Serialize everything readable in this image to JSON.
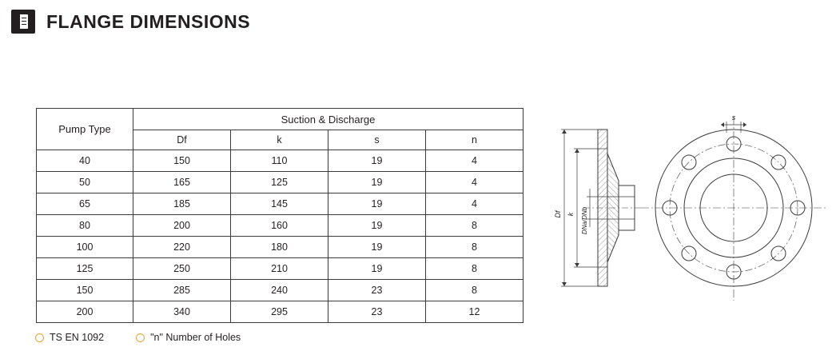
{
  "header": {
    "title": "FLANGE DIMENSIONS",
    "icon": "document-icon"
  },
  "table": {
    "group_headers": {
      "pump_type": "Pump Type",
      "suction_discharge": "Suction & Discharge"
    },
    "sub_headers": [
      "Df",
      "k",
      "s",
      "n"
    ],
    "rows": [
      {
        "pump_type": "40",
        "df": "150",
        "k": "110",
        "s": "19",
        "n": "4"
      },
      {
        "pump_type": "50",
        "df": "165",
        "k": "125",
        "s": "19",
        "n": "4"
      },
      {
        "pump_type": "65",
        "df": "185",
        "k": "145",
        "s": "19",
        "n": "4"
      },
      {
        "pump_type": "80",
        "df": "200",
        "k": "160",
        "s": "19",
        "n": "8"
      },
      {
        "pump_type": "100",
        "df": "220",
        "k": "180",
        "s": "19",
        "n": "8"
      },
      {
        "pump_type": "125",
        "df": "250",
        "k": "210",
        "s": "19",
        "n": "8"
      },
      {
        "pump_type": "150",
        "df": "285",
        "k": "240",
        "s": "23",
        "n": "8"
      },
      {
        "pump_type": "200",
        "df": "340",
        "k": "295",
        "s": "23",
        "n": "12"
      }
    ]
  },
  "legend": [
    {
      "label": "TS EN 1092"
    },
    {
      "label": "\"n\" Number of Holes"
    }
  ],
  "drawing": {
    "labels": {
      "s": "s",
      "df": "Df",
      "k": "k",
      "dn": "DNa/DNb"
    }
  },
  "colors": {
    "text": "#231f20",
    "rule": "#3b3b3b",
    "legend_marker": "#e8a33d",
    "drawing_line": "#3b3b3b",
    "hatch": "#6b6b6b"
  }
}
